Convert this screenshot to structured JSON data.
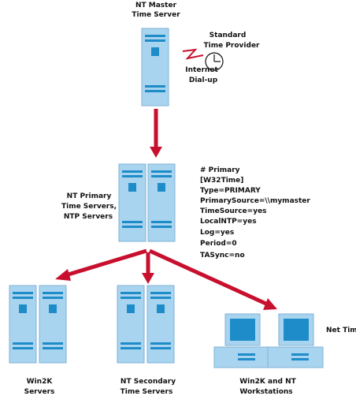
{
  "master": {
    "label_line1": "NT Master",
    "label_line2": "Time Server"
  },
  "provider": {
    "label_line1": "Standard",
    "label_line2": "Time Provider"
  },
  "dialup": {
    "label_line1": "Internet",
    "label_line2": "Dial-up"
  },
  "primary": {
    "label_line1": "NT Primary",
    "label_line2": "Time Servers,",
    "label_line3": "NTP Servers",
    "config": [
      "# Primary",
      "[W32Time]",
      "Type=PRIMARY",
      "PrimarySource=\\\\mymaster",
      "TimeSource=yes",
      "LocalNTP=yes",
      "Log=yes",
      "Period=0",
      "TASync=no"
    ]
  },
  "win2k_servers": {
    "label_line1": "Win2K",
    "label_line2": "Servers"
  },
  "secondary": {
    "label_line1": "NT Secondary",
    "label_line2": "Time Servers"
  },
  "workstations": {
    "label_line1": "Win2K and NT",
    "label_line2": "Workstations",
    "net_time_label": "Net Time"
  },
  "colors": {
    "server": "#a9d4ef",
    "accent": "#1e8cc8",
    "arrow": "#c8102e"
  }
}
